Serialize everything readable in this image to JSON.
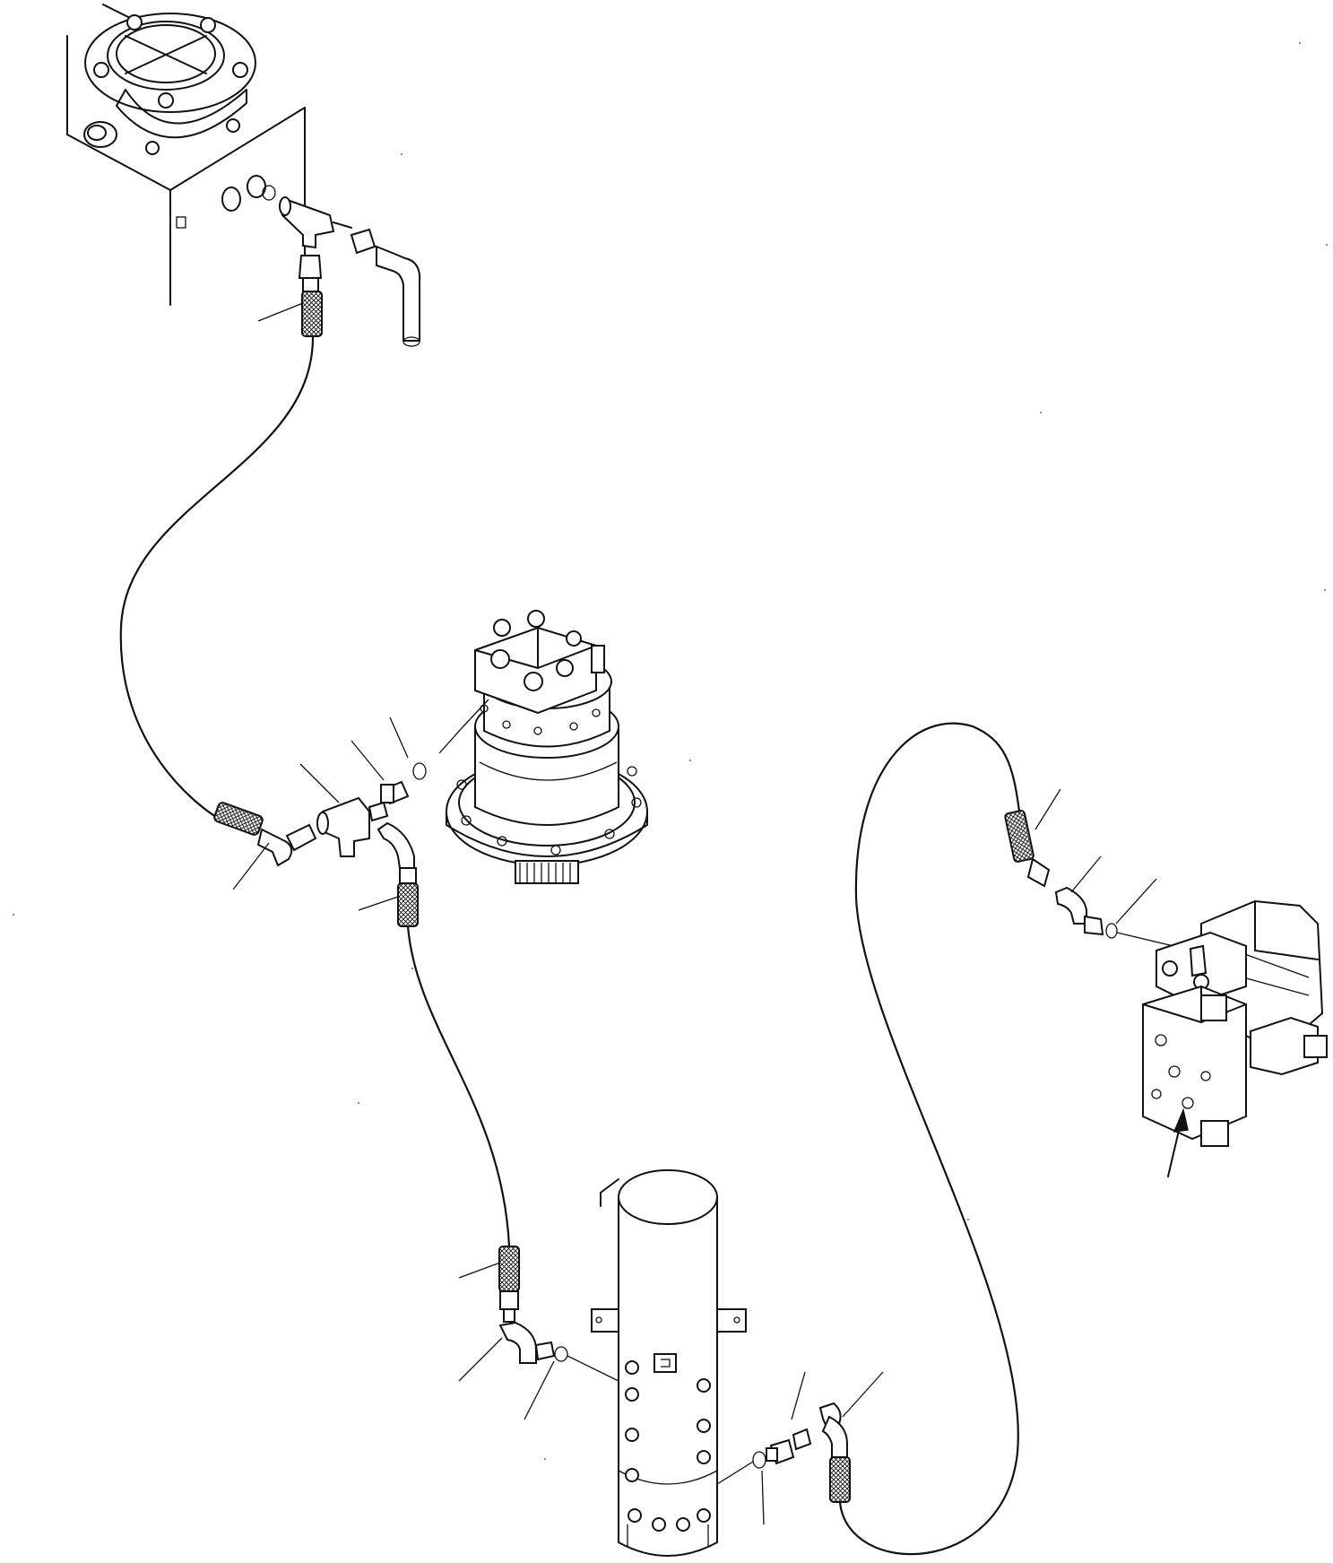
{
  "colors": {
    "ink": "#111111",
    "paper": "#ffffff"
  },
  "components": [
    {
      "id": "hydraulic-tank",
      "icon": "hydraulic-tank-icon"
    },
    {
      "id": "swing-motor",
      "icon": "swing-motor-icon"
    },
    {
      "id": "swivel-joint",
      "icon": "swivel-joint-icon"
    },
    {
      "id": "travel-motor",
      "icon": "travel-motor-icon"
    }
  ],
  "hoses": [
    {
      "from": "hydraulic-tank",
      "to": "swing-motor-tee"
    },
    {
      "from": "swing-motor-tee",
      "to": "swivel-joint"
    },
    {
      "from": "swivel-joint",
      "to": "travel-motor"
    }
  ]
}
